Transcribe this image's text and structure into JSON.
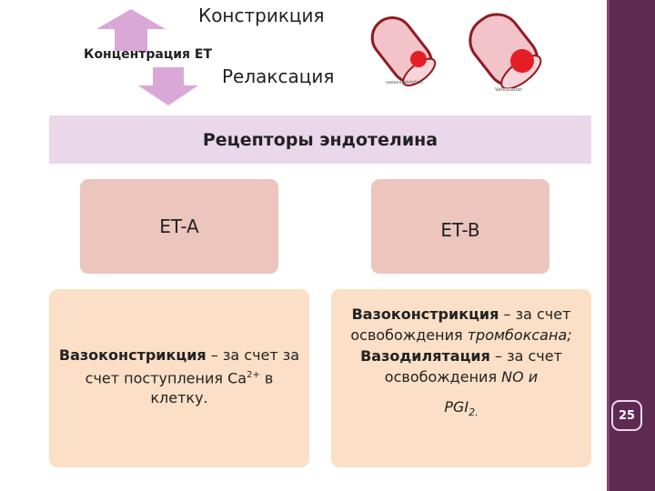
{
  "top": {
    "constriction": "Констрикция",
    "concentration": "Концентрация ЕТ",
    "relaxation": "Релаксация",
    "vessel_left_caption": "vasoconstriction",
    "vessel_right_caption": "Vasodilation"
  },
  "band": {
    "title": "Рецепторы эндотелина"
  },
  "et_a": {
    "title": "ET-A",
    "desc_bold": "Вазоконстрикция",
    "desc_rest": " – за счет за счет поступления Ca",
    "desc_sup": "2+",
    "desc_end": " в клетку."
  },
  "et_b": {
    "title": "ET-B",
    "line1_bold": "Вазоконстрикция",
    "line1_rest": " – за счет освобождения ",
    "line1_italic": "тромбоксана;",
    "line2_bold": "Вазодилятация",
    "line2_rest": " – за счет освобождения ",
    "line2_italic": "NO и",
    "line3_italic": "PGI",
    "line3_sub": "2."
  },
  "page_number": "25",
  "colors": {
    "side_panel": "#5e2a54",
    "band": "#ead7ea",
    "pink_box": "#ecc5bd",
    "peach_box": "#fbdfc6",
    "arrow": "#d9a8d6"
  }
}
